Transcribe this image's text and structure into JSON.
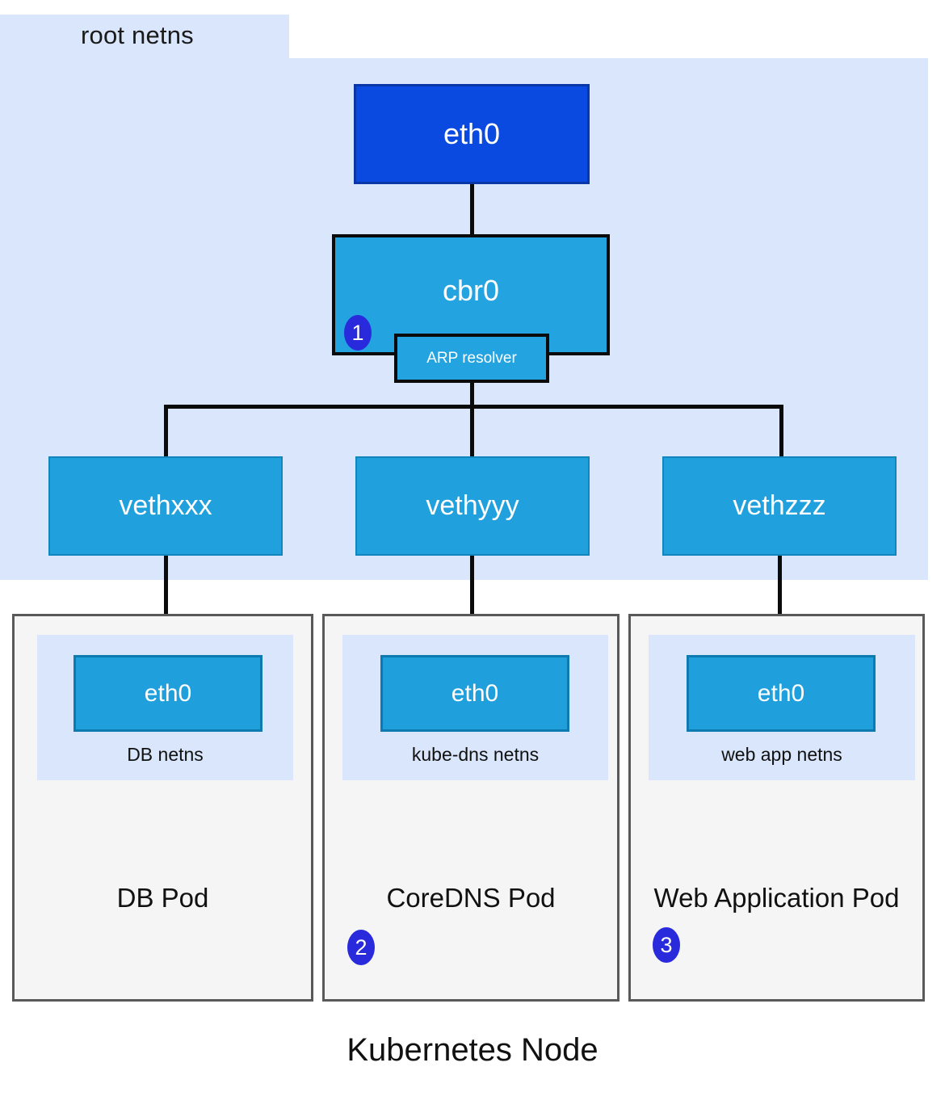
{
  "diagram": {
    "title": "Kubernetes Node",
    "root_netns_label": "root netns",
    "colors": {
      "root_netns_bg": "#d9e6fb",
      "eth0_root_fill": "#0a4ae0",
      "bridge_fill": "#23a3e0",
      "veth_fill": "#20a0dc",
      "pod_bg": "#f5f5f5",
      "pod_border": "#595959",
      "badge_fill": "#2a2add",
      "line": "#0b0b0b"
    }
  },
  "root_netns": {
    "host_nic": {
      "label": "eth0"
    },
    "bridge": {
      "label": "cbr0"
    },
    "arp_resolver": {
      "label": "ARP resolver",
      "badge": "1"
    },
    "veths": [
      {
        "label": "vethxxx"
      },
      {
        "label": "vethyyy"
      },
      {
        "label": "vethzzz"
      }
    ]
  },
  "pods": [
    {
      "title": "DB Pod",
      "netns_label": "DB netns",
      "interface_label": "eth0",
      "badge": ""
    },
    {
      "title": "CoreDNS Pod",
      "netns_label": "kube-dns netns",
      "interface_label": "eth0",
      "badge": "2"
    },
    {
      "title": "Web Application Pod",
      "netns_label": "web app netns",
      "interface_label": "eth0",
      "badge": "3"
    }
  ]
}
